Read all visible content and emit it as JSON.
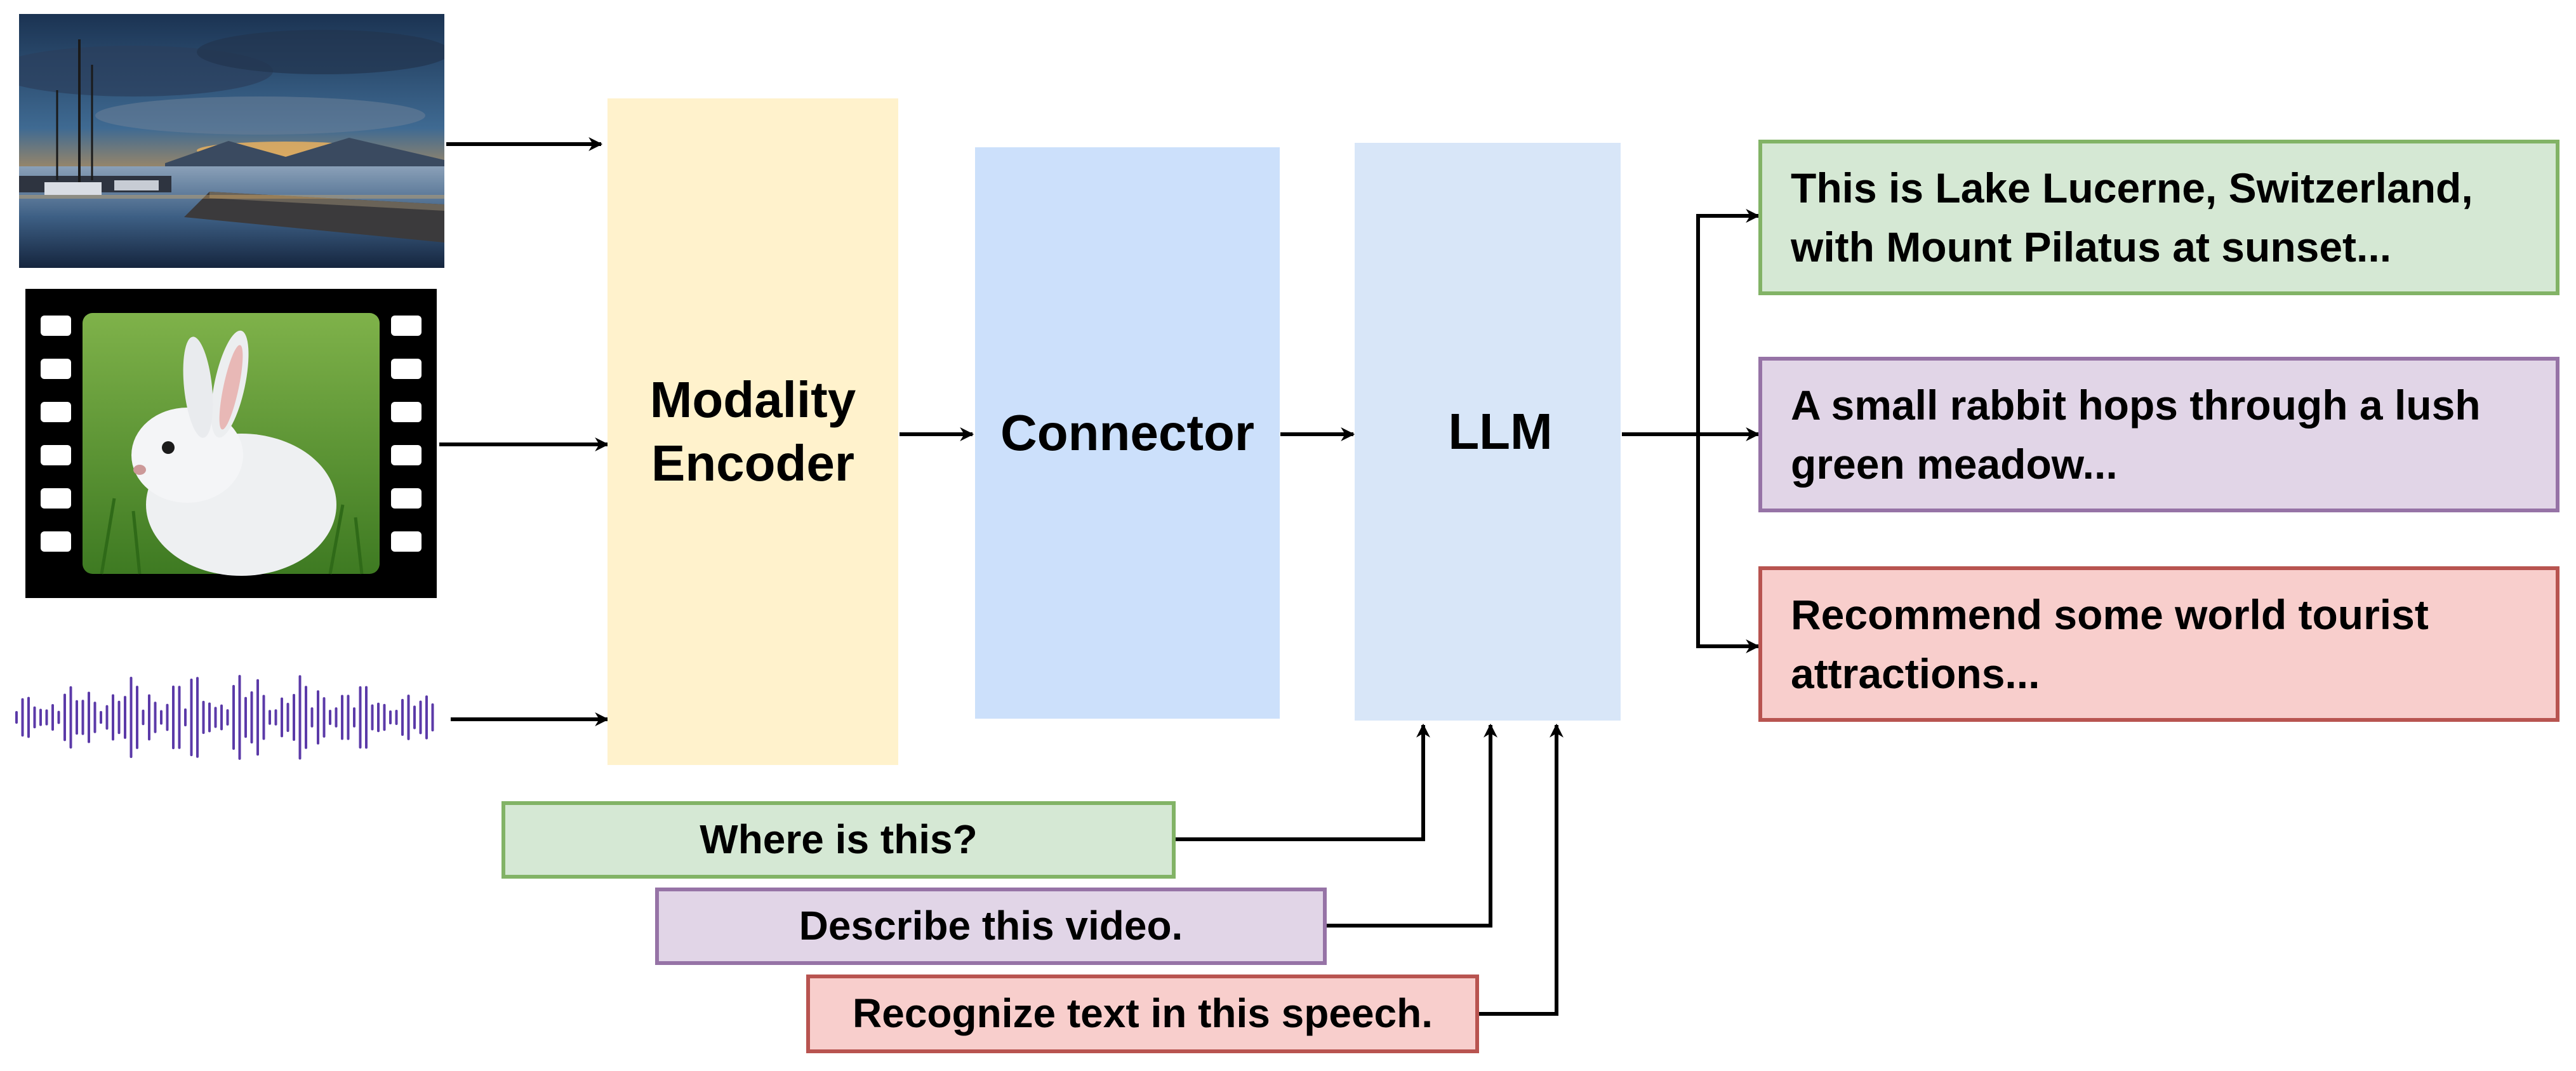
{
  "inputs": {
    "image_icon": "landscape-photo-icon",
    "video_icon": "film-strip-icon",
    "audio_icon": "audio-waveform-icon"
  },
  "encoder": {
    "line1": "Modality",
    "line2": "Encoder"
  },
  "connector": {
    "label": "Connector"
  },
  "llm": {
    "label": "LLM"
  },
  "prompts": [
    {
      "text": "Where is this?"
    },
    {
      "text": "Describe this video."
    },
    {
      "text": "Recognize text in this speech."
    }
  ],
  "outputs": [
    {
      "line1": "This is Lake Lucerne, Switzerland,",
      "line2": "with Mount Pilatus at sunset..."
    },
    {
      "line1": "A small rabbit hops through a lush",
      "line2": "green meadow..."
    },
    {
      "line1": "Recommend some world tourist",
      "line2": "attractions..."
    }
  ],
  "colors": {
    "encoder_fill": "#fff2cc",
    "connector_fill": "#cce0fb",
    "llm_fill": "#d8e6f8",
    "green_fill": "#d5e8d4",
    "green_border": "#82b366",
    "purple_fill": "#e1d5e7",
    "purple_border": "#9673a6",
    "red_fill": "#f8cecc",
    "red_border": "#b85450",
    "waveform": "#5b3aa8"
  }
}
